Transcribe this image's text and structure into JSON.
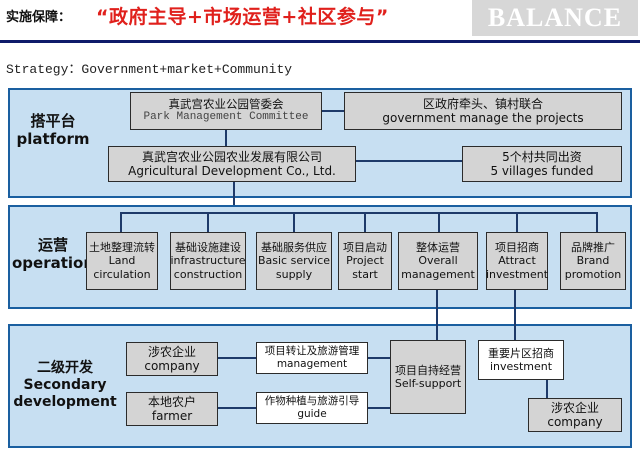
{
  "header": {
    "label": "实施保障：",
    "title": "“政府主导+市场运营+社区参与”",
    "brand": "BALANCE"
  },
  "strategy": "Strategy：Government+market+Community",
  "platform": {
    "label_cn": "搭平台",
    "label_en": "platform",
    "committee_cn": "真武宫农业公园管委会",
    "committee_en": "Park Management Committee",
    "gov_cn": "区政府牵头、镇村联合",
    "gov_en": "government manage the projects",
    "company_cn": "真武宫农业公园农业发展有限公司",
    "company_en": "Agricultural Development Co., Ltd.",
    "villages_cn": "5个村共同出资",
    "villages_en": "5 villages funded"
  },
  "operation": {
    "label_cn": "运营",
    "label_en": "operation",
    "items": [
      {
        "cn": "土地整理流转",
        "en1": "Land",
        "en2": "circulation"
      },
      {
        "cn": "基础设施建设",
        "en1": "infrastructure",
        "en2": "construction"
      },
      {
        "cn": "基础服务供应",
        "en1": "Basic service",
        "en2": "supply"
      },
      {
        "cn": "项目启动",
        "en1": "Project",
        "en2": "start"
      },
      {
        "cn": "整体运营",
        "en1": "Overall",
        "en2": "management"
      },
      {
        "cn": "项目招商",
        "en1": "Attract",
        "en2": "investment"
      },
      {
        "cn": "品牌推广",
        "en1": "Brand",
        "en2": "promotion"
      }
    ]
  },
  "secondary": {
    "label_cn": "二级开发",
    "label_en1": "Secondary",
    "label_en2": "development",
    "agri_company_cn": "涉农企业",
    "agri_company_en": "company",
    "farmer_cn": "本地农户",
    "farmer_en": "farmer",
    "transfer_cn": "项目转让及旅游管理",
    "transfer_en": "management",
    "planting_cn": "作物种植与旅游引导",
    "planting_en": "guide",
    "self_cn": "项目自持经营",
    "self_en": "Self-support",
    "key_cn": "重要片区招商",
    "key_en": "investment",
    "agri_company2_cn": "涉农企业",
    "agri_company2_en": "company"
  }
}
